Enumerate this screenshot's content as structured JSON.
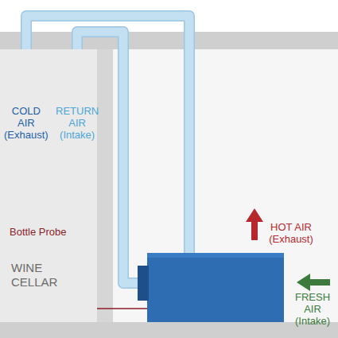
{
  "diagram": {
    "nodes": [
      {
        "text": [
          "WINE CELLAR"
        ]
      }
    ],
    "labels": [
      "COLD AIR (Exhaust)",
      "RETURN AIR (Intake)",
      "Bottle Probe",
      "HOT AIR (Exhaust)",
      "FRESH AIR (Intake)"
    ]
  }
}
